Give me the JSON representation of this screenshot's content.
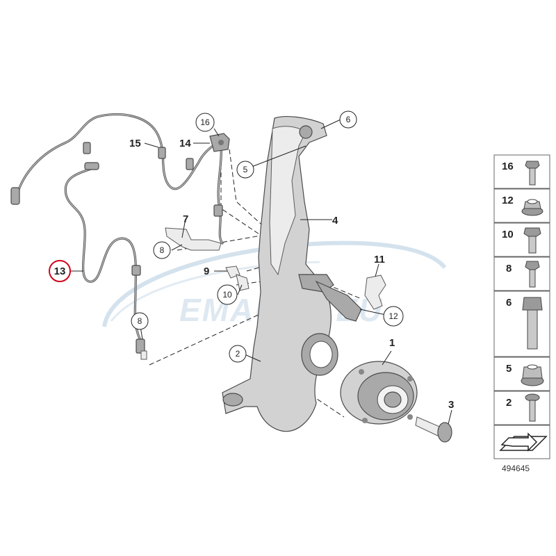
{
  "callouts": [
    {
      "id": "c1",
      "label": "1",
      "circled": false
    },
    {
      "id": "c2",
      "label": "2",
      "circled": true
    },
    {
      "id": "c3",
      "label": "3",
      "circled": false
    },
    {
      "id": "c4",
      "label": "4",
      "circled": false
    },
    {
      "id": "c5",
      "label": "5",
      "circled": true
    },
    {
      "id": "c6",
      "label": "6",
      "circled": true
    },
    {
      "id": "c7",
      "label": "7",
      "circled": false
    },
    {
      "id": "c8a",
      "label": "8",
      "circled": true
    },
    {
      "id": "c8b",
      "label": "8",
      "circled": true
    },
    {
      "id": "c9",
      "label": "9",
      "circled": false
    },
    {
      "id": "c10",
      "label": "10",
      "circled": true
    },
    {
      "id": "c11",
      "label": "11",
      "circled": false
    },
    {
      "id": "c12",
      "label": "12",
      "circled": true
    },
    {
      "id": "c13",
      "label": "13",
      "circled": true,
      "highlight": true
    },
    {
      "id": "c14",
      "label": "14",
      "circled": false
    },
    {
      "id": "c15",
      "label": "15",
      "circled": false
    },
    {
      "id": "c16",
      "label": "16",
      "circled": true
    }
  ],
  "sidebar": {
    "items": [
      {
        "label": "16",
        "icon": "flange-bolt-icon"
      },
      {
        "label": "12",
        "icon": "flange-nut-icon"
      },
      {
        "label": "10",
        "icon": "flange-bolt-icon"
      },
      {
        "label": "8",
        "icon": "torx-bolt-icon"
      },
      {
        "label": "6",
        "icon": "hex-bolt-icon"
      },
      {
        "label": "5",
        "icon": "hex-nut-icon"
      },
      {
        "label": "2",
        "icon": "torx-screw-icon"
      }
    ]
  },
  "watermark": "EMAUTO.EU",
  "reference_number": "494645",
  "colors": {
    "highlight": "#d0021b",
    "parts": "#d2d2d2",
    "cable": "#555555",
    "watermark": "#a0bed7"
  }
}
